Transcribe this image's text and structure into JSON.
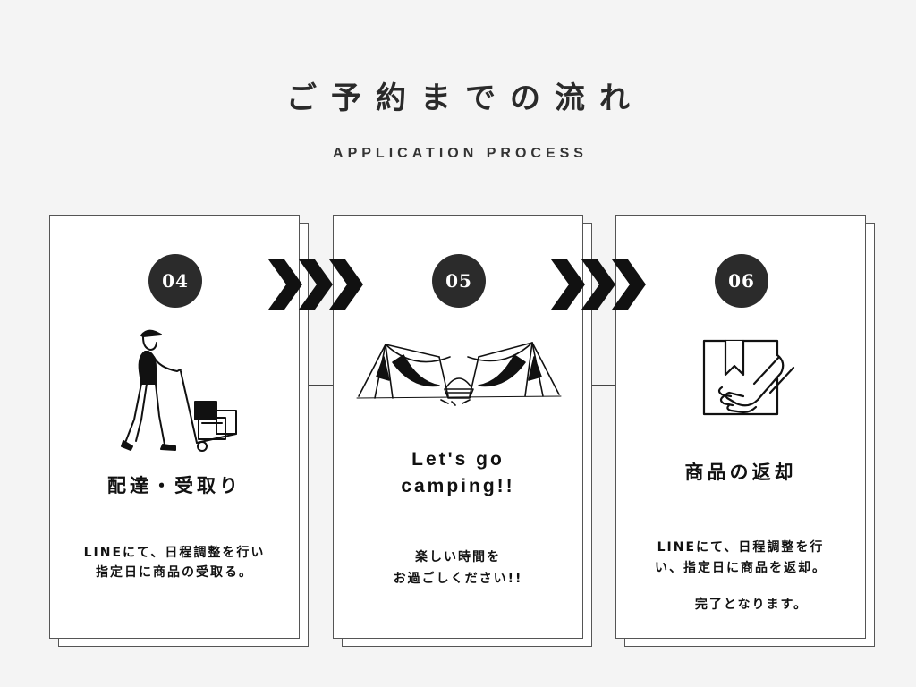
{
  "header": {
    "title": "ご予約までの流れ",
    "subtitle": "APPLICATION PROCESS"
  },
  "steps": [
    {
      "number": "04",
      "icon": "delivery-person-hand-truck-icon",
      "title": "配達・受取り",
      "desc_line1": "LINEにて、日程調整を行い",
      "desc_line2": "指定日に商品の受取る。"
    },
    {
      "number": "05",
      "icon": "camping-tents-icon",
      "title_line1": "Let's go",
      "title_line2": "camping!!",
      "desc_line1": "楽しい時間を",
      "desc_line2": "お過ごしください!!"
    },
    {
      "number": "06",
      "icon": "hand-holding-box-icon",
      "title": "商品の返却",
      "desc_line1": "LINEにて、日程調整を行",
      "desc_line2": "い、指定日に商品を返却。",
      "desc_line3": "完了となります。"
    }
  ],
  "colors": {
    "background": "#f4f4f4",
    "badge": "#2b2b2b",
    "text": "#111111"
  }
}
